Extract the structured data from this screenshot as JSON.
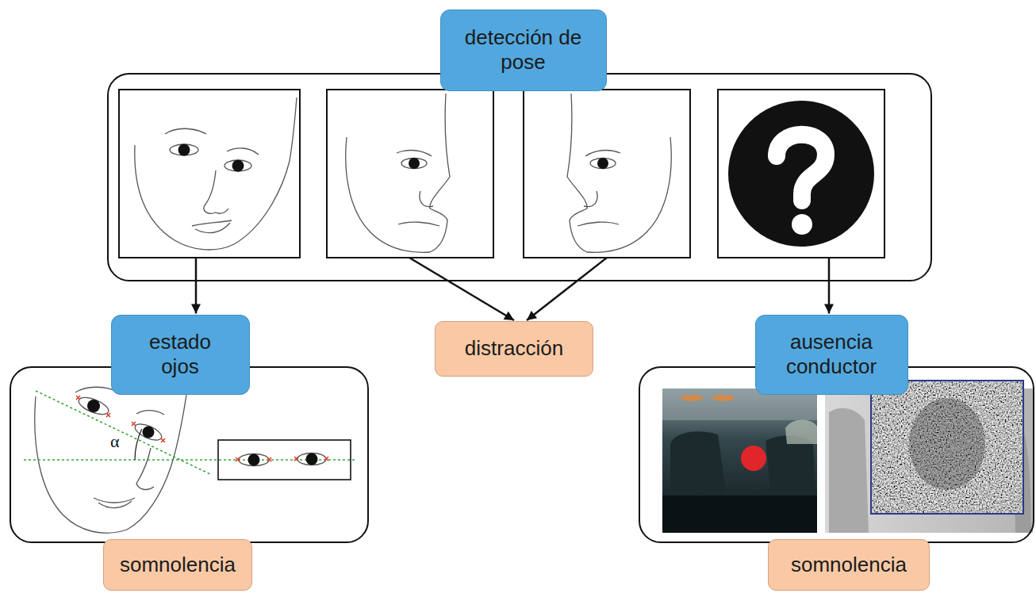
{
  "diagram": {
    "nodes": [
      {
        "text": [
          "detección de pose"
        ]
      },
      {
        "text": [
          "estado ojos"
        ]
      },
      {
        "text": [
          "distracción"
        ]
      },
      {
        "text": [
          "ausencia conductor"
        ]
      },
      {
        "text": [
          "somnolencia"
        ]
      },
      {
        "text": [
          "somnolencia"
        ]
      }
    ],
    "edges": [
      {
        "from": 0,
        "to": 1,
        "arrow": "to"
      },
      {
        "from": 0,
        "to": 2,
        "arrow": "to"
      },
      {
        "from": 0,
        "to": 2,
        "arrow": "to"
      },
      {
        "from": 0,
        "to": 3,
        "arrow": "to"
      }
    ],
    "labels": [
      "α"
    ]
  }
}
